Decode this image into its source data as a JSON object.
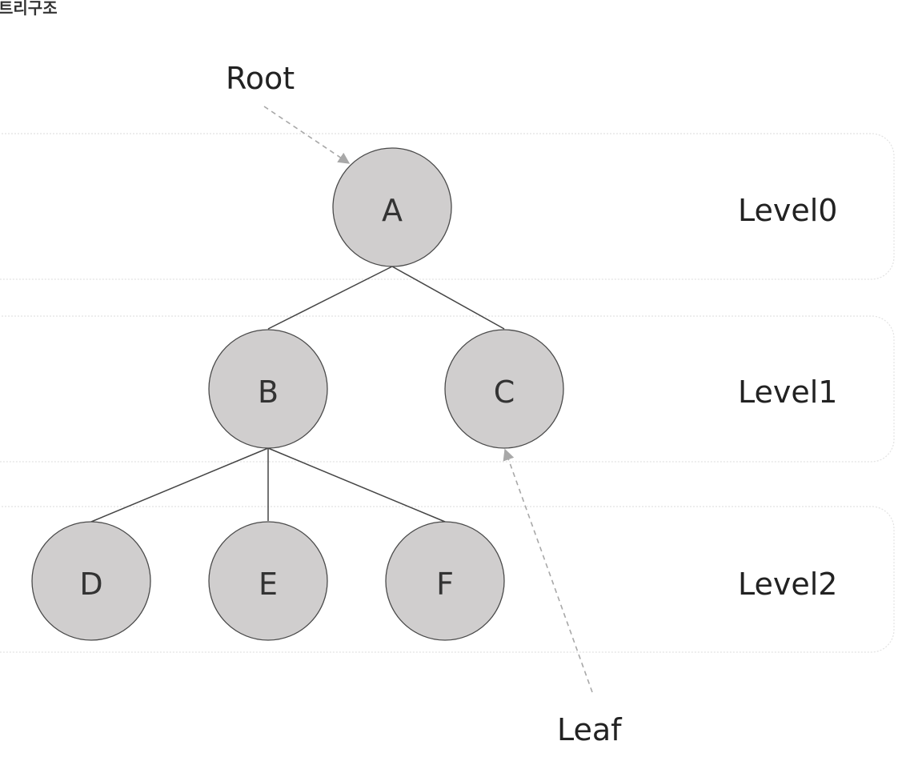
{
  "header": {
    "title": "트리구조"
  },
  "tree": {
    "levels": [
      {
        "id": "level0",
        "label": "Level0"
      },
      {
        "id": "level1",
        "label": "Level1"
      },
      {
        "id": "level2",
        "label": "Level2"
      }
    ],
    "nodes": [
      {
        "id": "a",
        "label": "A",
        "level": 0
      },
      {
        "id": "b",
        "label": "B",
        "level": 1
      },
      {
        "id": "c",
        "label": "C",
        "level": 1
      },
      {
        "id": "d",
        "label": "D",
        "level": 2
      },
      {
        "id": "e",
        "label": "E",
        "level": 2
      },
      {
        "id": "f",
        "label": "F",
        "level": 2
      }
    ],
    "edges": [
      {
        "from": "a",
        "to": "b"
      },
      {
        "from": "a",
        "to": "c"
      },
      {
        "from": "b",
        "to": "d"
      },
      {
        "from": "b",
        "to": "e"
      },
      {
        "from": "b",
        "to": "f"
      }
    ],
    "annotations": {
      "root": {
        "label": "Root",
        "points_to": "a"
      },
      "leaf": {
        "label": "Leaf",
        "points_to": "c"
      }
    }
  },
  "colors": {
    "node_fill": "#d0cece",
    "node_stroke": "#4a4a4a",
    "band_stroke": "#e2e2e2",
    "pointer": "#a8a8a8"
  }
}
